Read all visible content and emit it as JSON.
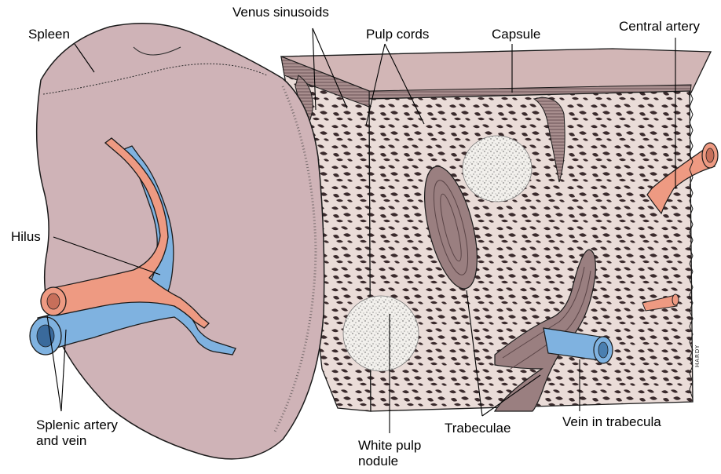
{
  "labels": {
    "spleen": "Spleen",
    "venus_sinusoids": "Venus sinusoids",
    "pulp_cords": "Pulp cords",
    "capsule": "Capsule",
    "central_artery": "Central artery",
    "hilus": "Hilus",
    "splenic_artery_line1": "Splenic artery",
    "splenic_artery_line2": "and vein",
    "white_pulp_line1": "White pulp",
    "white_pulp_line2": "nodule",
    "trabeculae": "Trabeculae",
    "vein_in_trabecula": "Vein in trabecula"
  },
  "artist_signature": "HARDY",
  "colors": {
    "spleen_fill": "#cfb3b7",
    "block_front": "#eadcd8",
    "block_top": "#d2b6b6",
    "artery": "#ee9a82",
    "vein": "#7fb2e0",
    "trabecula": "#9a7f80",
    "white_pulp": "#f2f0ec",
    "ink": "#1a1a1a"
  }
}
